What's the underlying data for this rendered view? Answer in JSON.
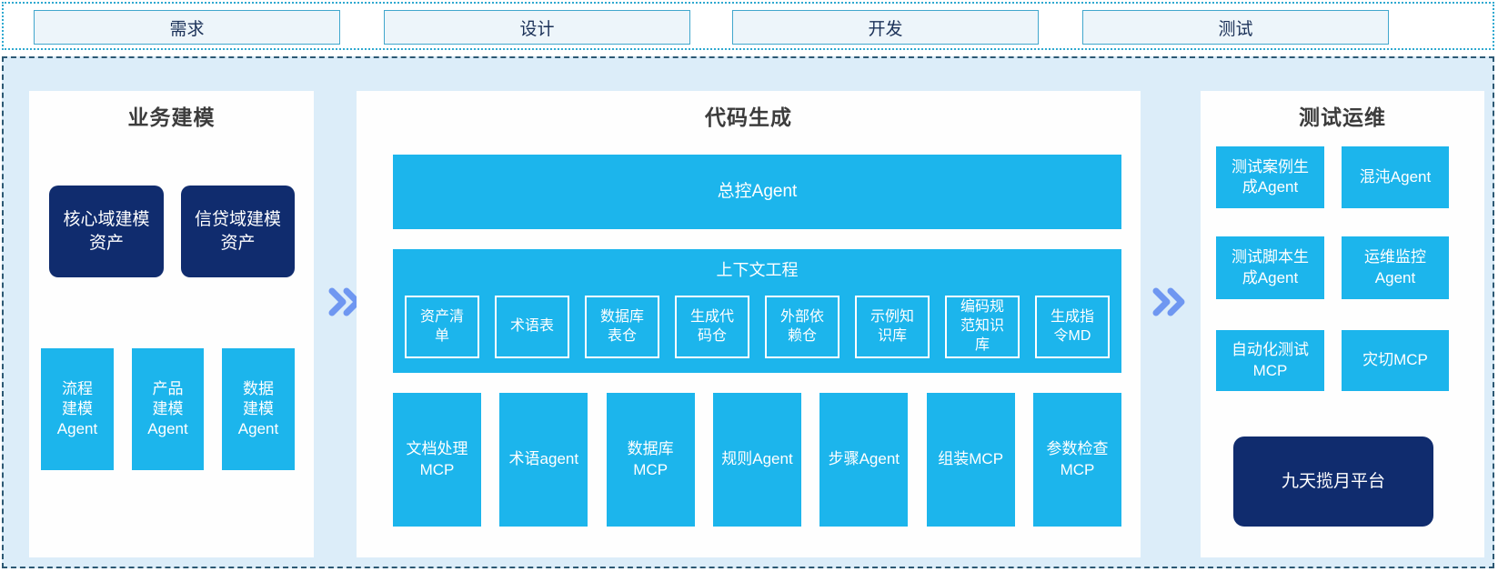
{
  "phases": [
    {
      "label": "需求"
    },
    {
      "label": "设计"
    },
    {
      "label": "开发"
    },
    {
      "label": "测试"
    }
  ],
  "business_modeling": {
    "title": "业务建模",
    "assets": [
      {
        "label": "核心域建模\n资产"
      },
      {
        "label": "信贷域建模\n资产"
      }
    ],
    "agents": [
      {
        "label": "流程\n建模\nAgent"
      },
      {
        "label": "产品\n建模\nAgent"
      },
      {
        "label": "数据\n建模\nAgent"
      }
    ]
  },
  "code_generation": {
    "title": "代码生成",
    "master_agent": "总控Agent",
    "context_engineering": {
      "title": "上下文工程",
      "items": [
        {
          "label": "资产清\n单"
        },
        {
          "label": "术语表"
        },
        {
          "label": "数据库\n表仓"
        },
        {
          "label": "生成代\n码仓"
        },
        {
          "label": "外部依\n赖仓"
        },
        {
          "label": "示例知\n识库"
        },
        {
          "label": "编码规\n范知识\n库"
        },
        {
          "label": "生成指\n令MD"
        }
      ]
    },
    "tools": [
      {
        "label": "文档处理\nMCP"
      },
      {
        "label": "术语agent"
      },
      {
        "label": "数据库\nMCP"
      },
      {
        "label": "规则Agent"
      },
      {
        "label": "步骤Agent"
      },
      {
        "label": "组装MCP"
      },
      {
        "label": "参数检查\nMCP"
      }
    ]
  },
  "test_ops": {
    "title": "测试运维",
    "boxes": [
      {
        "label": "测试案例生\n成Agent"
      },
      {
        "label": "混沌Agent"
      },
      {
        "label": "测试脚本生\n成Agent"
      },
      {
        "label": "运维监控\nAgent"
      },
      {
        "label": "自动化测试\nMCP"
      },
      {
        "label": "灾切MCP"
      }
    ],
    "platform": "九天揽月平台"
  },
  "icons": {
    "flow_arrow": "double-chevron-right"
  },
  "colors": {
    "cyan": "#1cb5ec",
    "navy": "#102c6e",
    "canvas_bg": "#dcedf9",
    "phase_border": "#41a7cd",
    "phase_bg": "#edf5fa",
    "dotted_border": "#2fa9d0",
    "dashed_border": "#2c5873",
    "chevron": "#6f97f1"
  }
}
